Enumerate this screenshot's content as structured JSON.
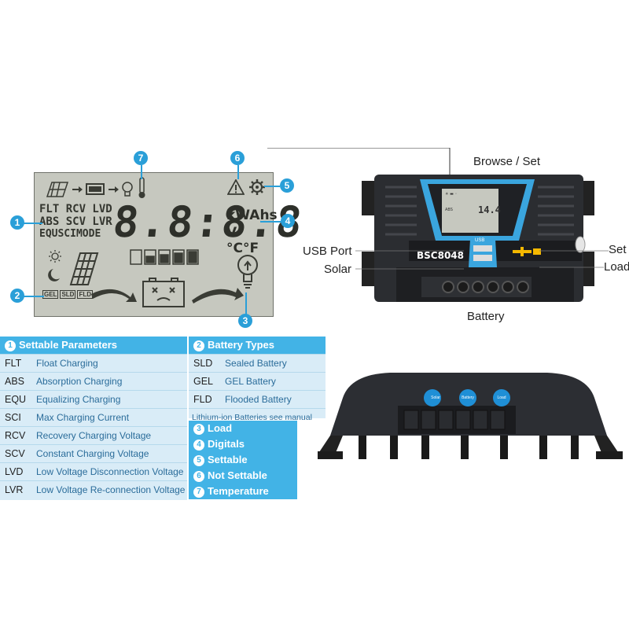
{
  "lcd": {
    "row1": "FLT  RCV LVD",
    "row2": "ABS  SCV LVR",
    "row3": "EQUSCIMODE",
    "digits": "8.8:8.8",
    "unit1": "kWAhs",
    "unit2": "V °C°F",
    "battery_labels": [
      "GEL",
      "SLD",
      "FLD"
    ]
  },
  "callouts": [
    "1",
    "2",
    "3",
    "4",
    "5",
    "6",
    "7"
  ],
  "device": {
    "model": "BSC8048",
    "screen_value": "14.4",
    "usb_text": "USB",
    "terminal_labels": [
      "Solar",
      "Battery",
      "Load"
    ]
  },
  "labels": {
    "browse_set": "Browse / Set",
    "usb_port": "USB Port",
    "solar": "Solar",
    "battery": "Battery",
    "set": "Set",
    "load": "Load"
  },
  "settable": {
    "title": "Settable Parameters",
    "num": "1",
    "rows": [
      {
        "code": "FLT",
        "desc": "Float Charging"
      },
      {
        "code": "ABS",
        "desc": "Absorption Charging"
      },
      {
        "code": "EQU",
        "desc": "Equalizing Charging"
      },
      {
        "code": "SCI",
        "desc": "Max Charging Current"
      },
      {
        "code": "RCV",
        "desc": "Recovery Charging Voltage"
      },
      {
        "code": "SCV",
        "desc": "Constant Charging Voltage"
      },
      {
        "code": "LVD",
        "desc": "Low Voltage Disconnection Voltage"
      },
      {
        "code": "LVR",
        "desc": "Low Voltage Re-connection Voltage"
      }
    ]
  },
  "battery_types": {
    "title": "Battery Types",
    "num": "2",
    "rows": [
      {
        "code": "SLD",
        "desc": "Sealed Battery"
      },
      {
        "code": "GEL",
        "desc": "GEL Battery"
      },
      {
        "code": "FLD",
        "desc": "Flooded Battery"
      }
    ],
    "note": "Lithium-ion Batteries see manual"
  },
  "legend": [
    {
      "num": "3",
      "text": "Load"
    },
    {
      "num": "4",
      "text": "Digitals"
    },
    {
      "num": "5",
      "text": "Settable"
    },
    {
      "num": "6",
      "text": "Not Settable"
    },
    {
      "num": "7",
      "text": "Temperature"
    }
  ],
  "colors": {
    "accent": "#42b3e6",
    "callout": "#2a9fd8",
    "lcd_bg": "#c6c8bf",
    "device_body": "#2b2d31"
  }
}
